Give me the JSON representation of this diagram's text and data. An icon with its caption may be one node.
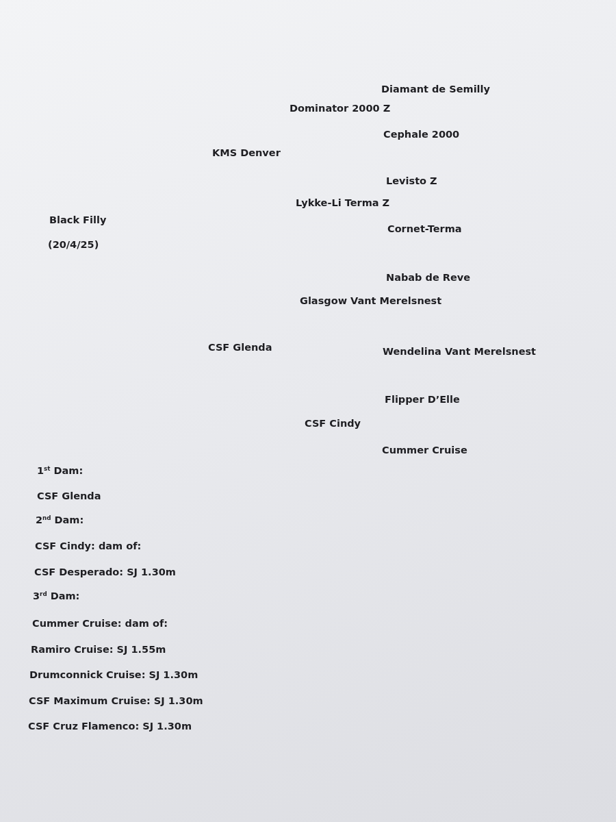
{
  "diagram": {
    "labels": [
      "Diamant de Semilly",
      "Dominator 2000 Z",
      "Cephale 2000",
      "KMS Denver",
      "Levisto Z",
      "Lykke-Li Terma Z",
      "Black Filly",
      "Cornet-Terma",
      "(20/4/25)",
      "Nabab de Reve",
      "Glasgow Vant Merelsnest",
      "CSF Glenda",
      "Wendelina Vant Merelsnest",
      "Flipper D’Elle",
      "CSF Cindy",
      "Cummer Cruise",
      "1$^{st}$ Dam:",
      "CSF Glenda",
      "2$^{nd}$ Dam:",
      "CSF Cindy: dam of:",
      "CSF Desperado: SJ 1.30m",
      "3$^{rd}$ Dam:",
      "Cummer Cruise: dam of:",
      "Ramiro Cruise: SJ 1.55m",
      "Drumconnick Cruise: SJ 1.30m",
      "CSF Maximum Cruise: SJ 1.30m",
      "CSF Cruz Flamenco: SJ 1.30m"
    ]
  }
}
